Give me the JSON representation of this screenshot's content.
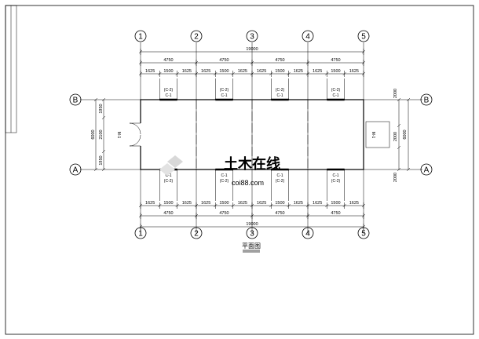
{
  "drawing": {
    "title": "平面图",
    "watermark": "土木在线",
    "watermark_url": "coi88.com",
    "grid_columns": [
      "1",
      "2",
      "3",
      "4",
      "5"
    ],
    "grid_rows": [
      "A",
      "B"
    ],
    "total_length": "19000",
    "bay_widths": [
      "4750",
      "4750",
      "4750",
      "4750"
    ],
    "sub_dims": [
      "1625",
      "1500",
      "1625",
      "1625",
      "1500",
      "1625",
      "1625",
      "1500",
      "1625",
      "1625",
      "1500",
      "1625"
    ],
    "left_vertical_dims": [
      "1950",
      "2100",
      "1950"
    ],
    "left_total_dim": "6000",
    "right_vertical_dims": [
      "2000",
      "2000",
      "2000"
    ],
    "right_total_dim": "6000",
    "top_window_labels": [
      [
        "(C-2)",
        "C-1"
      ],
      [
        "(C-2)",
        "C-1"
      ],
      [
        "(C-2)",
        "C-1"
      ],
      [
        "(C-2)",
        "C-1"
      ]
    ],
    "bottom_window_labels": [
      [
        "C-1",
        "(C-2)"
      ],
      [
        "C-1",
        "(C-2)"
      ],
      [
        "C-1",
        "(C-2)"
      ],
      [
        "C-1",
        "(C-2)"
      ]
    ],
    "door_label": "M-1",
    "right_door_label": "M-1"
  }
}
